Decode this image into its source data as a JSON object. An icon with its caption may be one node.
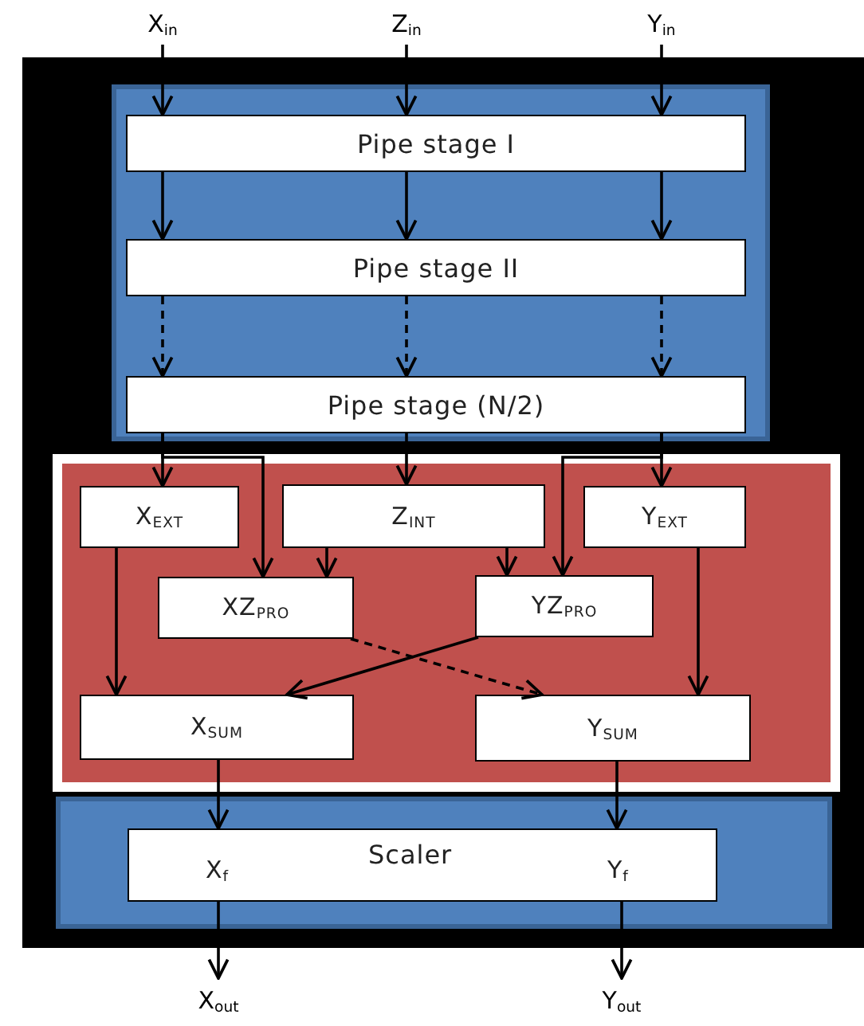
{
  "diagram": {
    "nodes": [
      {
        "text": [
          "X$_{in}$"
        ]
      },
      {
        "text": [
          "Z$_{in}$"
        ]
      },
      {
        "text": [
          "Y$_{in}$"
        ]
      },
      {
        "text": [],
        "shape": "box"
      },
      {
        "text": [
          "Pipe stage I"
        ],
        "in": 3
      },
      {
        "text": [
          "Pipe stage II"
        ],
        "in": 3
      },
      {
        "text": [
          "Pipe stage (N/2)"
        ],
        "in": 3
      },
      {
        "text": [],
        "shape": "box"
      },
      {
        "text": [
          "X$_{EXT}$"
        ],
        "in": 7
      },
      {
        "text": [
          "Z$_{INT}$"
        ],
        "in": 7
      },
      {
        "text": [
          "Y$_{EXT}$"
        ],
        "in": 7
      },
      {
        "text": [
          "XZ$_{PRO}$"
        ],
        "in": 7
      },
      {
        "text": [
          "YZ$_{PRO}$"
        ],
        "in": 7
      },
      {
        "text": [
          "X$_{SUM}$"
        ],
        "in": 7
      },
      {
        "text": [
          "Y$_{SUM}$"
        ],
        "in": 7
      },
      {
        "text": [],
        "shape": "box"
      },
      {
        "text": [
          "X$_{f}$",
          "Scaler",
          "Y$_{f}$"
        ],
        "in": 15
      },
      {
        "text": [
          "X$_{out}$"
        ]
      },
      {
        "text": [
          "Y$_{out}$"
        ]
      }
    ],
    "edges": [
      {
        "from": 0,
        "to": 4,
        "arrow": "to"
      },
      {
        "from": 1,
        "to": 4,
        "arrow": "to"
      },
      {
        "from": 2,
        "to": 4,
        "arrow": "to"
      },
      {
        "from": 4,
        "to": 5,
        "arrow": "to"
      },
      {
        "from": 4,
        "to": 5,
        "arrow": "to"
      },
      {
        "from": 4,
        "to": 5,
        "arrow": "to"
      },
      {
        "from": 5,
        "to": 6,
        "arrow": "to",
        "style": "dashed"
      },
      {
        "from": 5,
        "to": 6,
        "arrow": "to",
        "style": "dashed"
      },
      {
        "from": 5,
        "to": 6,
        "arrow": "to",
        "style": "dashed"
      },
      {
        "from": 6,
        "to": 8,
        "arrow": "to"
      },
      {
        "from": 6,
        "to": 11,
        "arrow": "to"
      },
      {
        "from": 6,
        "to": 9,
        "arrow": "to"
      },
      {
        "from": 6,
        "to": 10,
        "arrow": "to"
      },
      {
        "from": 6,
        "to": 12,
        "arrow": "to"
      },
      {
        "from": 9,
        "to": 11,
        "arrow": "to"
      },
      {
        "from": 9,
        "to": 12,
        "arrow": "to"
      },
      {
        "from": 8,
        "to": 13,
        "arrow": "to"
      },
      {
        "from": 12,
        "to": 13,
        "arrow": "to"
      },
      {
        "from": 11,
        "to": 14,
        "arrow": "to",
        "style": "dashed"
      },
      {
        "from": 10,
        "to": 14,
        "arrow": "to"
      },
      {
        "from": 13,
        "to": 16,
        "arrow": "to"
      },
      {
        "from": 14,
        "to": 16,
        "arrow": "to"
      },
      {
        "from": 16,
        "to": 17,
        "arrow": "to"
      },
      {
        "from": 16,
        "to": 18,
        "arrow": "to"
      }
    ]
  }
}
